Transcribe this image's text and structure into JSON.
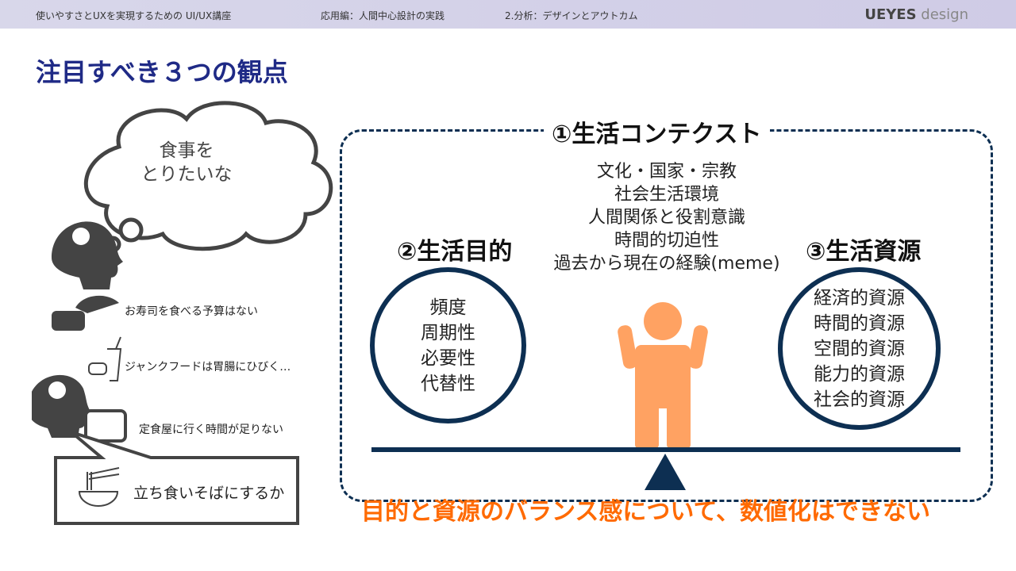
{
  "header": {
    "course": "使いやすさとUXを実現するための UI/UX講座",
    "section": "応用編：人間中心設計の実践",
    "chapter": "2.分析：デザインとアウトカム",
    "logo_bold": "UEYES",
    "logo_light": "design"
  },
  "title": "注目すべき３つの観点",
  "thought": {
    "line1": "食事を",
    "line2": "とりたいな"
  },
  "considerations": [
    "お寿司を食べる予算はない",
    "ジャンクフードは胃腸にひびく…",
    "定食屋に行く時間が足りない"
  ],
  "decision": "立ち食いそばにするか",
  "context": {
    "label": "①生活コンテクスト",
    "items": [
      "文化・国家・宗教",
      "社会生活環境",
      "人間関係と役割意識",
      "時間的切迫性",
      "過去から現在の経験(meme)"
    ]
  },
  "purpose": {
    "label": "②生活目的",
    "items": [
      "頻度",
      "周期性",
      "必要性",
      "代替性"
    ]
  },
  "resources": {
    "label": "③生活資源",
    "items": [
      "経済的資源",
      "時間的資源",
      "空間的資源",
      "能力的資源",
      "社会的資源"
    ]
  },
  "conclusion": "目的と資源のバランス感について、数値化はできない",
  "colors": {
    "navy": "#0d2f52",
    "title": "#1f2a86",
    "orange": "#ff6a00",
    "figure": "#ffa262"
  }
}
